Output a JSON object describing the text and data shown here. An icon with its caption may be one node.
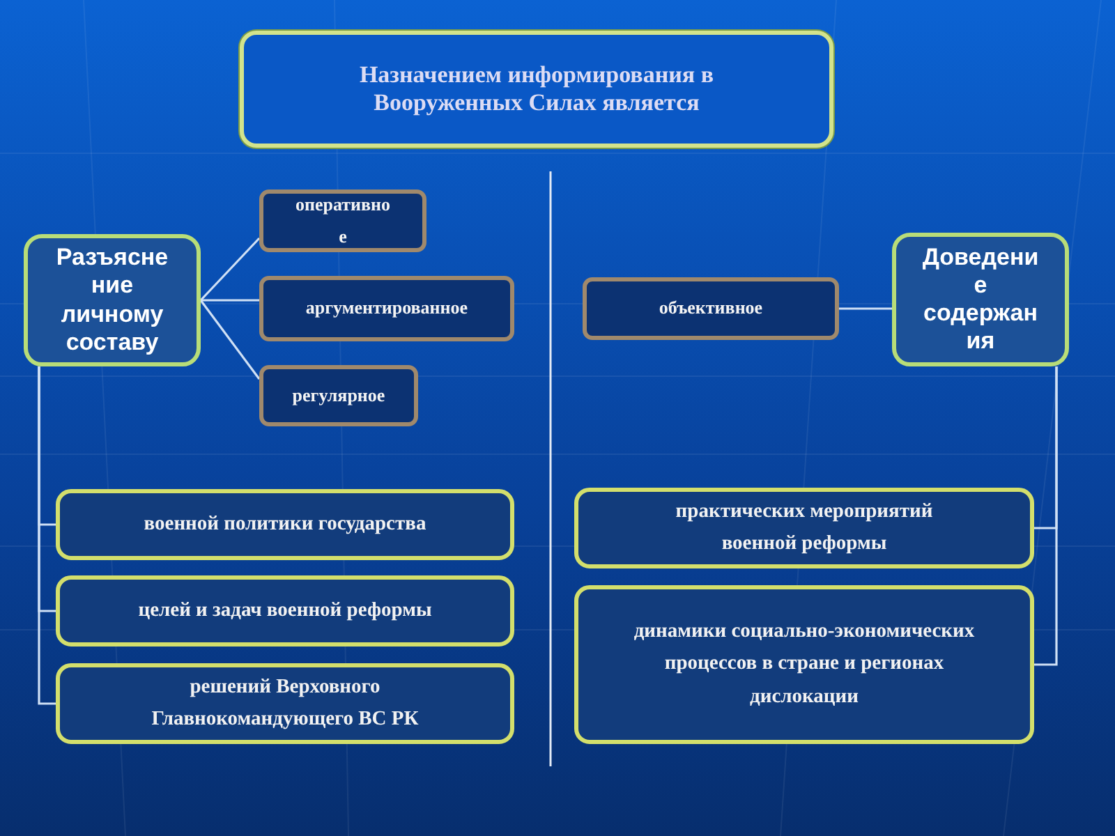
{
  "diagram": {
    "nodes": [
      {
        "text": [
          "Назначением информирования в Вооруженных Силах является"
        ]
      },
      {
        "text": [
          "Разъясне ние личному составу"
        ]
      },
      {
        "text": [
          "оперативно е"
        ]
      },
      {
        "text": [
          "аргументированное"
        ]
      },
      {
        "text": [
          "регулярное"
        ]
      },
      {
        "text": [
          "объективное"
        ]
      },
      {
        "text": [
          "Доведени е содержан ия"
        ]
      },
      {
        "text": [
          "военной политики государства"
        ]
      },
      {
        "text": [
          "целей и задач военной реформы"
        ]
      },
      {
        "text": [
          "решений Верховного Главнокомандующего ВС РК"
        ]
      },
      {
        "text": [
          "практических мероприятий военной реформы"
        ]
      },
      {
        "text": [
          "динамики социально-экономических процессов в стране и регионах дислокации"
        ]
      }
    ],
    "edges": [
      {
        "from": 1,
        "to": 2,
        "arrow": "none"
      },
      {
        "from": 1,
        "to": 3,
        "arrow": "none"
      },
      {
        "from": 1,
        "to": 4,
        "arrow": "none"
      },
      {
        "from": 6,
        "to": 5,
        "arrow": "none"
      },
      {
        "from": 1,
        "to": 7,
        "arrow": "none"
      },
      {
        "from": 1,
        "to": 8,
        "arrow": "none"
      },
      {
        "from": 1,
        "to": 9,
        "arrow": "none"
      },
      {
        "from": 6,
        "to": 10,
        "arrow": "none"
      },
      {
        "from": 6,
        "to": 11,
        "arrow": "none"
      }
    ]
  }
}
